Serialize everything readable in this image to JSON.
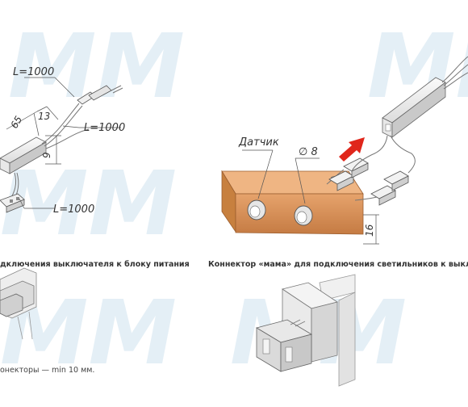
{
  "labels": {
    "l_top": "L=1000",
    "dim_13": "13",
    "dim_65": "65",
    "l_mid": "L=1000",
    "dim_9": "9",
    "l_bottom": "L=1000",
    "sensor": "Датчик",
    "diameter": "∅ 8",
    "dim_16": "16"
  },
  "captions": {
    "left": "дключения выключателя к блоку питания",
    "right": "Коннектор «мама» для подключения светильников к выключ"
  },
  "note": "онекторы — min 10 мм.",
  "watermark": "MM",
  "colors": {
    "wood": "#d9925a",
    "wood_dark": "#b8733f",
    "arrow": "#e0261b",
    "metal_light": "#f2f2f2",
    "metal_mid": "#d4d4d4",
    "watermark": "#cfe3ef"
  }
}
